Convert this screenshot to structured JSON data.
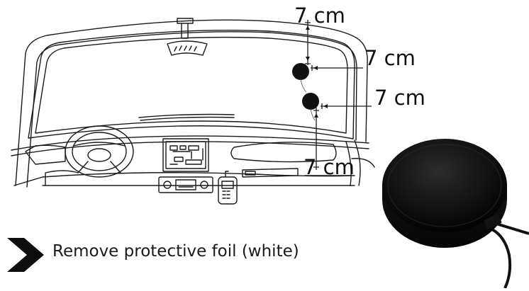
{
  "measurements": {
    "top_gap": "7 cm",
    "right_gap_upper": "7 cm",
    "right_gap_lower": "7 cm",
    "between_gap": "7 cm"
  },
  "instruction": {
    "text": "Remove protective foil (white)",
    "icon": "chevron-right-icon"
  },
  "colors": {
    "line": "#1a1a1a",
    "sensor": "#111111",
    "chevron": "#0d0d0d"
  }
}
